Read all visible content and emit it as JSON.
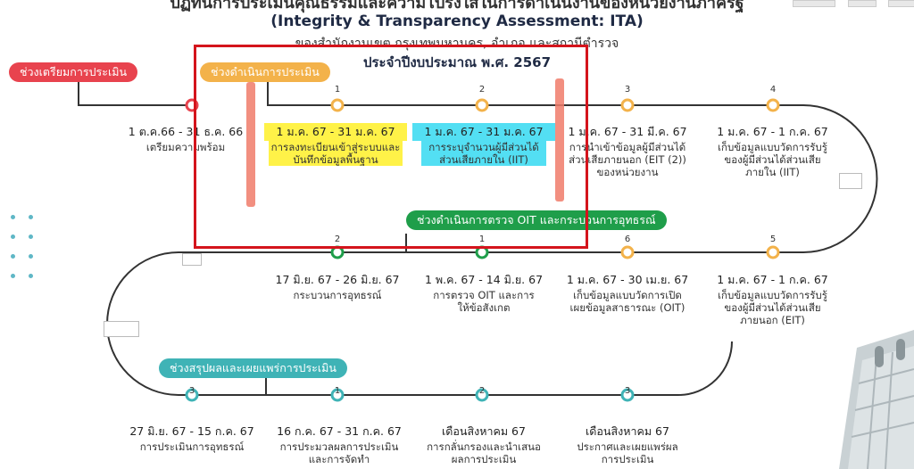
{
  "header": {
    "line1": "ปฏิทินการประเมินคุณธรรมและความโปร่งใสในการดำเนินงานของหน่วยงานภาครัฐ",
    "line2": "(Integrity & Transparency Assessment: ITA)",
    "line3": "ของสำนักงานเขต กรุงเทพมหานคร, อำเภอ และสถานีตำรวจ",
    "line4": "ประจำปีงบประมาณ พ.ศ. 2567"
  },
  "phases": {
    "prep": "ช่วงเตรียมการประเมิน",
    "operation": "ช่วงดำเนินการประเมิน",
    "oit_check": "ช่วงดำเนินการตรวจ OIT และกระบวนการอุทธรณ์",
    "summary": "ช่วงสรุปผลและเผยแพร่การประเมิน"
  },
  "colors": {
    "prep": "#e8434e",
    "operation": "#f3b24a",
    "oit": "#1f9e4a",
    "summary": "#3fb3b6",
    "highlight_box": "#d4141c"
  },
  "steps": {
    "prep": {
      "date": "1 ต.ค.66 - 31 ธ.ค. 66",
      "desc": "เตรียมความพร้อม"
    },
    "op1": {
      "num": "1",
      "date": "1 ม.ค. 67 - 31 ม.ค. 67",
      "desc": "การลงทะเบียนเข้าสู่ระบบและบันทึกข้อมูลพื้นฐาน"
    },
    "op2": {
      "num": "2",
      "date": "1 ม.ค. 67 - 31 ม.ค. 67",
      "desc": "การระบุจำนวนผู้มีส่วนได้ส่วนเสียภายใน (IIT)"
    },
    "op3": {
      "num": "3",
      "date": "1 ม.ค. 67 - 31 มี.ค. 67",
      "desc": "การนำเข้าข้อมูลผู้มีส่วนได้ส่วนเสียภายนอก (EIT (2)) ของหน่วยงาน"
    },
    "op4": {
      "num": "4",
      "date": "1 ม.ค. 67 - 1 ก.ค. 67",
      "desc": "เก็บข้อมูลแบบวัดการรับรู้ของผู้มีส่วนได้ส่วนเสียภายใน (IIT)"
    },
    "op5": {
      "num": "5",
      "date": "1 ม.ค. 67 - 1 ก.ค. 67",
      "desc": "เก็บข้อมูลแบบวัดการรับรู้ของผู้มีส่วนได้ส่วนเสียภายนอก (EIT)"
    },
    "op6": {
      "num": "6",
      "date": "1 ม.ค. 67 - 30 เม.ย. 67",
      "desc": "เก็บข้อมูลแบบวัดการเปิดเผยข้อมูลสาธารณะ (OIT)"
    },
    "oit1": {
      "num": "1",
      "date": "1 พ.ค. 67 - 14 มิ.ย. 67",
      "desc": "การตรวจ OIT และการให้ข้อสังเกต"
    },
    "oit2": {
      "num": "2",
      "date": "17 มิ.ย. 67 - 26 มิ.ย. 67",
      "desc": "กระบวนการอุทธรณ์"
    },
    "sum1": {
      "num": "1",
      "date": "16 ก.ค. 67 - 31 ก.ค. 67",
      "desc": "การประมวลผลการประเมิน และการจัดทำ"
    },
    "sum2": {
      "num": "2",
      "date": "เดือนสิงหาคม 67",
      "desc": "การกลั่นกรองและนำเสนอผลการประเมิน"
    },
    "sum3": {
      "num": "3",
      "date": "เดือนสิงหาคม 67",
      "desc": "ประกาศและเผยแพร่ผลการประเมิน"
    },
    "sum_left": {
      "num": "3",
      "date": "27 มิ.ย. 67 - 15 ก.ค. 67",
      "desc": "การประเมินการอุทธรณ์"
    }
  }
}
